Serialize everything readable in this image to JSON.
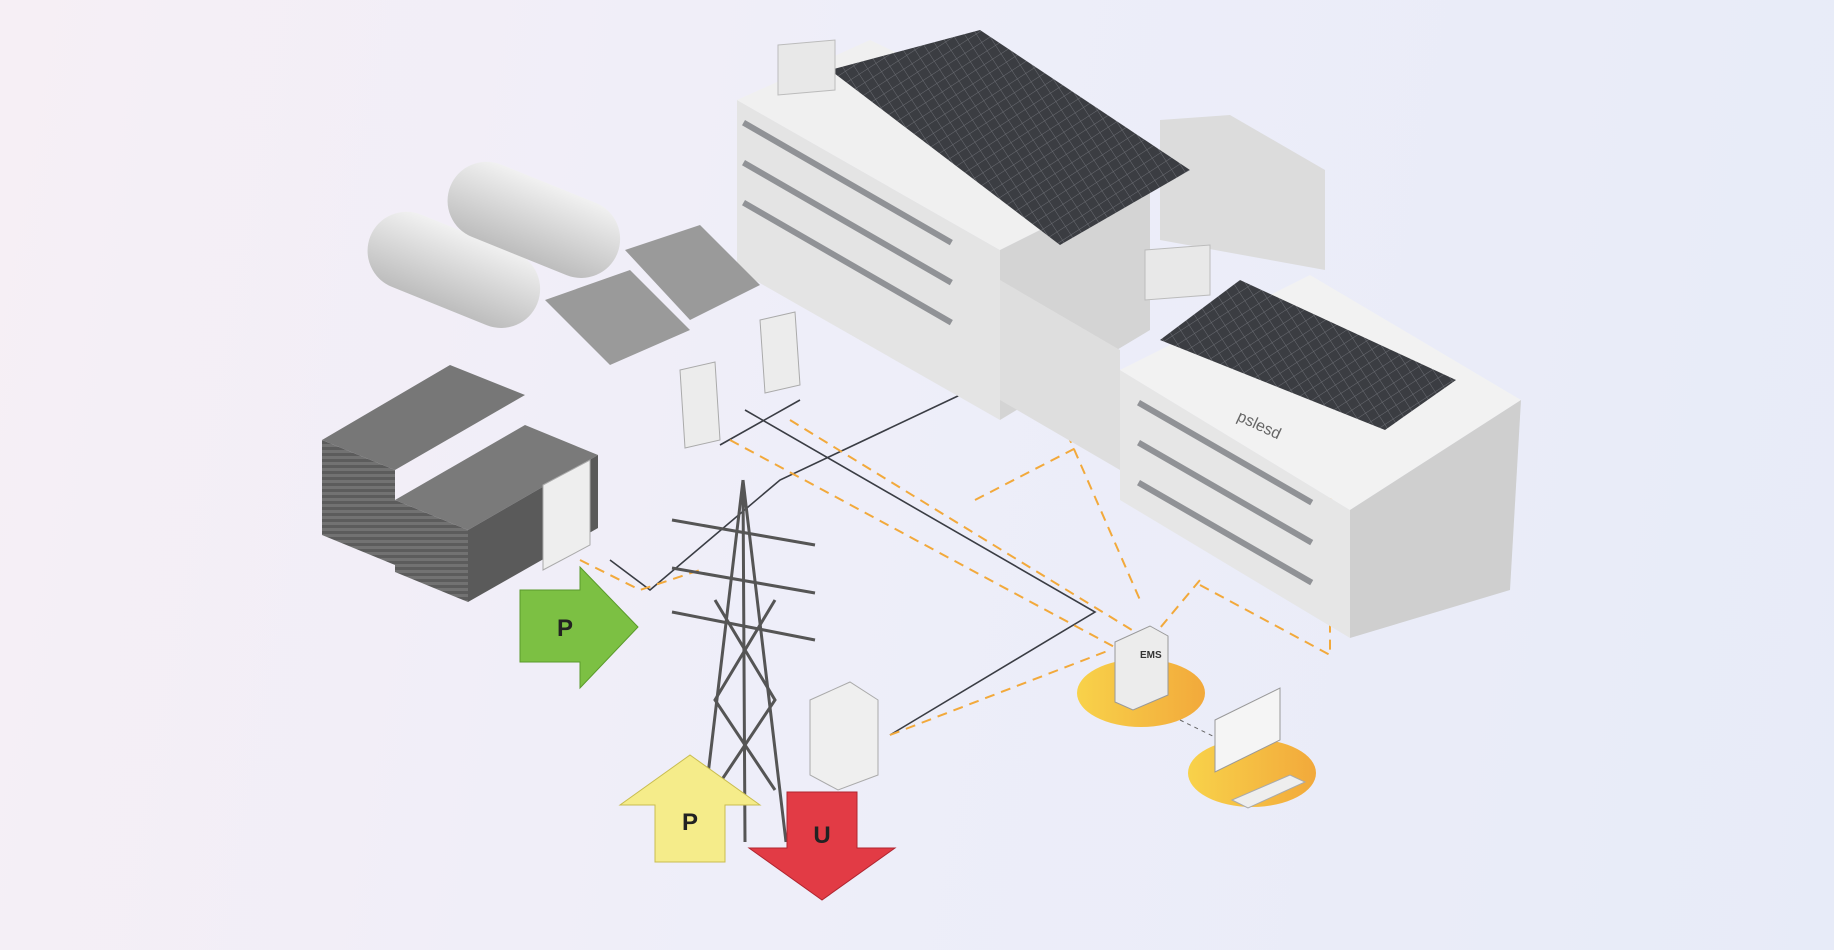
{
  "arrows": {
    "generation": {
      "label": "P",
      "color": "#7cc043"
    },
    "grid_power": {
      "label": "P",
      "color": "#f5ec8a"
    },
    "grid_voltage": {
      "label": "U",
      "color": "#e23b45"
    }
  },
  "building": {
    "sign": "pslesd"
  },
  "controller": {
    "brand": "EMS"
  },
  "colors": {
    "accent": "#f4b73a",
    "line": "#3a3d44",
    "dashed": "#f2a93b"
  }
}
